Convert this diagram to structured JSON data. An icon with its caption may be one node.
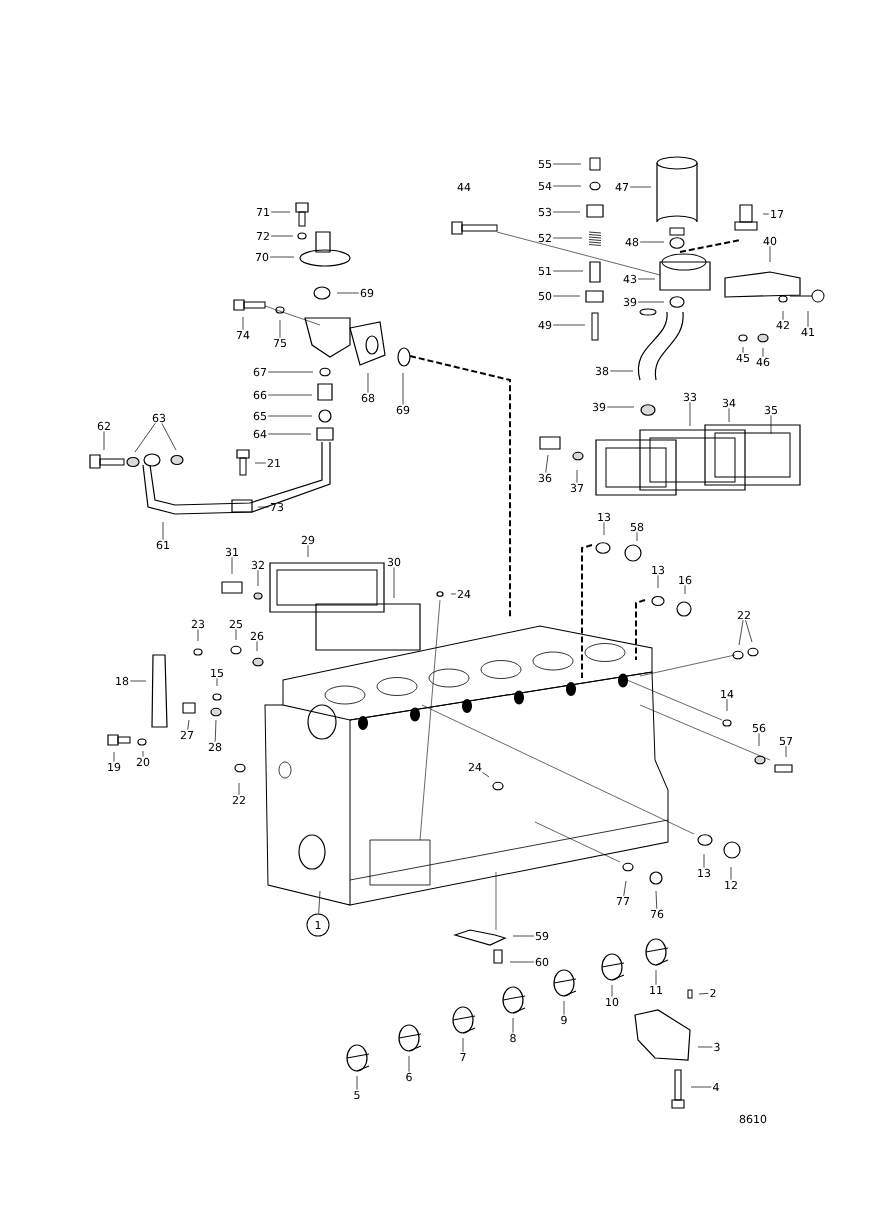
{
  "diagram": {
    "nodes": [
      {
        "text": [
          "55"
        ]
      },
      {
        "text": [
          "54"
        ]
      },
      {
        "text": [
          "47"
        ]
      },
      {
        "text": [
          "53"
        ]
      },
      {
        "text": [
          "17"
        ]
      },
      {
        "text": [
          "71"
        ]
      },
      {
        "text": [
          "52"
        ]
      },
      {
        "text": [
          "72"
        ]
      },
      {
        "text": [
          "48"
        ]
      },
      {
        "text": [
          "40"
        ]
      },
      {
        "text": [
          "70"
        ]
      },
      {
        "text": [
          "51"
        ]
      },
      {
        "text": [
          "43"
        ]
      },
      {
        "text": [
          "69"
        ]
      },
      {
        "text": [
          "50"
        ]
      },
      {
        "text": [
          "39"
        ]
      },
      {
        "text": [
          "42"
        ]
      },
      {
        "text": [
          "49"
        ]
      },
      {
        "text": [
          "41"
        ]
      },
      {
        "text": [
          "74"
        ]
      },
      {
        "text": [
          "75"
        ]
      },
      {
        "text": [
          "45"
        ]
      },
      {
        "text": [
          "46"
        ]
      },
      {
        "text": [
          "38"
        ]
      },
      {
        "text": [
          "67"
        ]
      },
      {
        "text": [
          "66"
        ]
      },
      {
        "text": [
          "68"
        ]
      },
      {
        "text": [
          "33"
        ]
      },
      {
        "text": [
          "34"
        ]
      },
      {
        "text": [
          "69"
        ]
      },
      {
        "text": [
          "39"
        ]
      },
      {
        "text": [
          "35"
        ]
      },
      {
        "text": [
          "65"
        ]
      },
      {
        "text": [
          "63"
        ]
      },
      {
        "text": [
          "62"
        ]
      },
      {
        "text": [
          "64"
        ]
      },
      {
        "text": [
          "21"
        ]
      },
      {
        "text": [
          "36"
        ]
      },
      {
        "text": [
          "37"
        ]
      },
      {
        "text": [
          "73"
        ]
      },
      {
        "text": [
          "13"
        ]
      },
      {
        "text": [
          "58"
        ]
      },
      {
        "text": [
          "61"
        ]
      },
      {
        "text": [
          "31"
        ]
      },
      {
        "text": [
          "29"
        ]
      },
      {
        "text": [
          "30"
        ]
      },
      {
        "text": [
          "32"
        ]
      },
      {
        "text": [
          "13"
        ]
      },
      {
        "text": [
          "16"
        ]
      },
      {
        "text": [
          "24"
        ]
      },
      {
        "text": [
          "22"
        ]
      },
      {
        "text": [
          "23"
        ]
      },
      {
        "text": [
          "25"
        ]
      },
      {
        "text": [
          "26"
        ]
      },
      {
        "text": [
          "18"
        ]
      },
      {
        "text": [
          "15"
        ]
      },
      {
        "text": [
          "14"
        ]
      },
      {
        "text": [
          "56"
        ]
      },
      {
        "text": [
          "27"
        ]
      },
      {
        "text": [
          "57"
        ]
      },
      {
        "text": [
          "28"
        ]
      },
      {
        "text": [
          "20"
        ]
      },
      {
        "text": [
          "19"
        ]
      },
      {
        "text": [
          "24"
        ]
      },
      {
        "text": [
          "22"
        ]
      },
      {
        "text": [
          "13"
        ]
      },
      {
        "text": [
          "12"
        ]
      },
      {
        "text": [
          "77"
        ]
      },
      {
        "text": [
          "76"
        ]
      },
      {
        "text": [
          "1"
        ]
      },
      {
        "text": [
          "59"
        ]
      },
      {
        "text": [
          "60"
        ]
      },
      {
        "text": [
          "11"
        ]
      },
      {
        "text": [
          "2"
        ]
      },
      {
        "text": [
          "10"
        ]
      },
      {
        "text": [
          "9"
        ]
      },
      {
        "text": [
          "8"
        ]
      },
      {
        "text": [
          "3"
        ]
      },
      {
        "text": [
          "7"
        ]
      },
      {
        "text": [
          "6"
        ]
      },
      {
        "text": [
          "4"
        ]
      },
      {
        "text": [
          "5"
        ]
      }
    ],
    "edges": [
      {
        "from": 0,
        "to": null,
        "arrow": "none"
      },
      {
        "from": 1,
        "to": null,
        "arrow": "none"
      },
      {
        "from": 2,
        "to": null,
        "arrow": "none"
      },
      {
        "from": 3,
        "to": null,
        "arrow": "none"
      },
      {
        "from": 4,
        "to": null,
        "arrow": "none"
      },
      {
        "from": 5,
        "to": null,
        "arrow": "none"
      },
      {
        "from": 6,
        "to": null,
        "arrow": "none"
      },
      {
        "from": 7,
        "to": null,
        "arrow": "none"
      },
      {
        "from": 8,
        "to": null,
        "arrow": "none"
      },
      {
        "from": 9,
        "to": null,
        "arrow": "none"
      },
      {
        "from": 10,
        "to": null,
        "arrow": "none"
      },
      {
        "from": 11,
        "to": null,
        "arrow": "none"
      },
      {
        "from": 12,
        "to": null,
        "arrow": "none"
      },
      {
        "from": 13,
        "to": null,
        "arrow": "none"
      },
      {
        "from": 14,
        "to": null,
        "arrow": "none"
      },
      {
        "from": 15,
        "to": null,
        "arrow": "none"
      },
      {
        "from": 16,
        "to": null,
        "arrow": "none"
      },
      {
        "from": 17,
        "to": null,
        "arrow": "none"
      },
      {
        "from": 18,
        "to": null,
        "arrow": "none"
      },
      {
        "from": 19,
        "to": null,
        "arrow": "none"
      },
      {
        "from": 20,
        "to": null,
        "arrow": "none"
      },
      {
        "from": 21,
        "to": null,
        "arrow": "none"
      },
      {
        "from": 22,
        "to": null,
        "arrow": "none"
      },
      {
        "from": 23,
        "to": null,
        "arrow": "none"
      },
      {
        "from": 24,
        "to": null,
        "arrow": "none"
      },
      {
        "from": 25,
        "to": null,
        "arrow": "none"
      },
      {
        "from": 26,
        "to": null,
        "arrow": "none"
      },
      {
        "from": 27,
        "to": null,
        "arrow": "none"
      },
      {
        "from": 28,
        "to": null,
        "arrow": "none"
      },
      {
        "from": 29,
        "to": null,
        "arrow": "none"
      },
      {
        "from": 30,
        "to": null,
        "arrow": "none"
      },
      {
        "from": 31,
        "to": null,
        "arrow": "none"
      },
      {
        "from": 32,
        "to": null,
        "arrow": "none"
      },
      {
        "from": 33,
        "to": null,
        "arrow": "none"
      },
      {
        "from": 33,
        "to": null,
        "arrow": "none"
      },
      {
        "from": 34,
        "to": null,
        "arrow": "none"
      },
      {
        "from": 35,
        "to": null,
        "arrow": "none"
      },
      {
        "from": 36,
        "to": null,
        "arrow": "none"
      },
      {
        "from": 37,
        "to": null,
        "arrow": "none"
      },
      {
        "from": 38,
        "to": null,
        "arrow": "none"
      },
      {
        "from": 39,
        "to": null,
        "arrow": "none"
      },
      {
        "from": 40,
        "to": null,
        "arrow": "none"
      },
      {
        "from": 41,
        "to": null,
        "arrow": "none"
      },
      {
        "from": 42,
        "to": null,
        "arrow": "none"
      },
      {
        "from": 43,
        "to": null,
        "arrow": "none"
      },
      {
        "from": 44,
        "to": null,
        "arrow": "none"
      },
      {
        "from": 45,
        "to": null,
        "arrow": "none"
      },
      {
        "from": 46,
        "to": null,
        "arrow": "none"
      },
      {
        "from": 47,
        "to": null,
        "arrow": "none"
      },
      {
        "from": 48,
        "to": null,
        "arrow": "none"
      },
      {
        "from": 49,
        "to": null,
        "arrow": "none"
      },
      {
        "from": 50,
        "to": null,
        "arrow": "none"
      },
      {
        "from": 50,
        "to": null,
        "arrow": "none"
      },
      {
        "from": 51,
        "to": null,
        "arrow": "none"
      },
      {
        "from": 52,
        "to": null,
        "arrow": "none"
      },
      {
        "from": 53,
        "to": null,
        "arrow": "none"
      },
      {
        "from": 54,
        "to": null,
        "arrow": "none"
      },
      {
        "from": 55,
        "to": null,
        "arrow": "none"
      },
      {
        "from": 56,
        "to": null,
        "arrow": "none"
      },
      {
        "from": 57,
        "to": null,
        "arrow": "none"
      },
      {
        "from": 58,
        "to": null,
        "arrow": "none"
      },
      {
        "from": 59,
        "to": null,
        "arrow": "none"
      },
      {
        "from": 60,
        "to": null,
        "arrow": "none"
      },
      {
        "from": 61,
        "to": null,
        "arrow": "none"
      },
      {
        "from": 62,
        "to": null,
        "arrow": "none"
      },
      {
        "from": 63,
        "to": null,
        "arrow": "none"
      },
      {
        "from": 64,
        "to": null,
        "arrow": "none"
      },
      {
        "from": 65,
        "to": null,
        "arrow": "none"
      },
      {
        "from": 66,
        "to": null,
        "arrow": "none"
      },
      {
        "from": 67,
        "to": null,
        "arrow": "none"
      },
      {
        "from": 68,
        "to": null,
        "arrow": "none"
      },
      {
        "from": 69,
        "to": null,
        "arrow": "none"
      },
      {
        "from": 70,
        "to": null,
        "arrow": "none"
      },
      {
        "from": 71,
        "to": null,
        "arrow": "none"
      },
      {
        "from": 72,
        "to": null,
        "arrow": "none"
      },
      {
        "from": 73,
        "to": null,
        "arrow": "none"
      },
      {
        "from": 74,
        "to": null,
        "arrow": "none"
      },
      {
        "from": 75,
        "to": null,
        "arrow": "none"
      },
      {
        "from": 76,
        "to": null,
        "arrow": "none"
      },
      {
        "from": 77,
        "to": null,
        "arrow": "none"
      },
      {
        "from": 78,
        "to": null,
        "arrow": "none"
      },
      {
        "from": 79,
        "to": null,
        "arrow": "none"
      },
      {
        "from": 80,
        "to": null,
        "arrow": "none"
      },
      {
        "from": 81,
        "to": null,
        "arrow": "none"
      }
    ],
    "labels": [
      "44",
      "8610"
    ]
  }
}
